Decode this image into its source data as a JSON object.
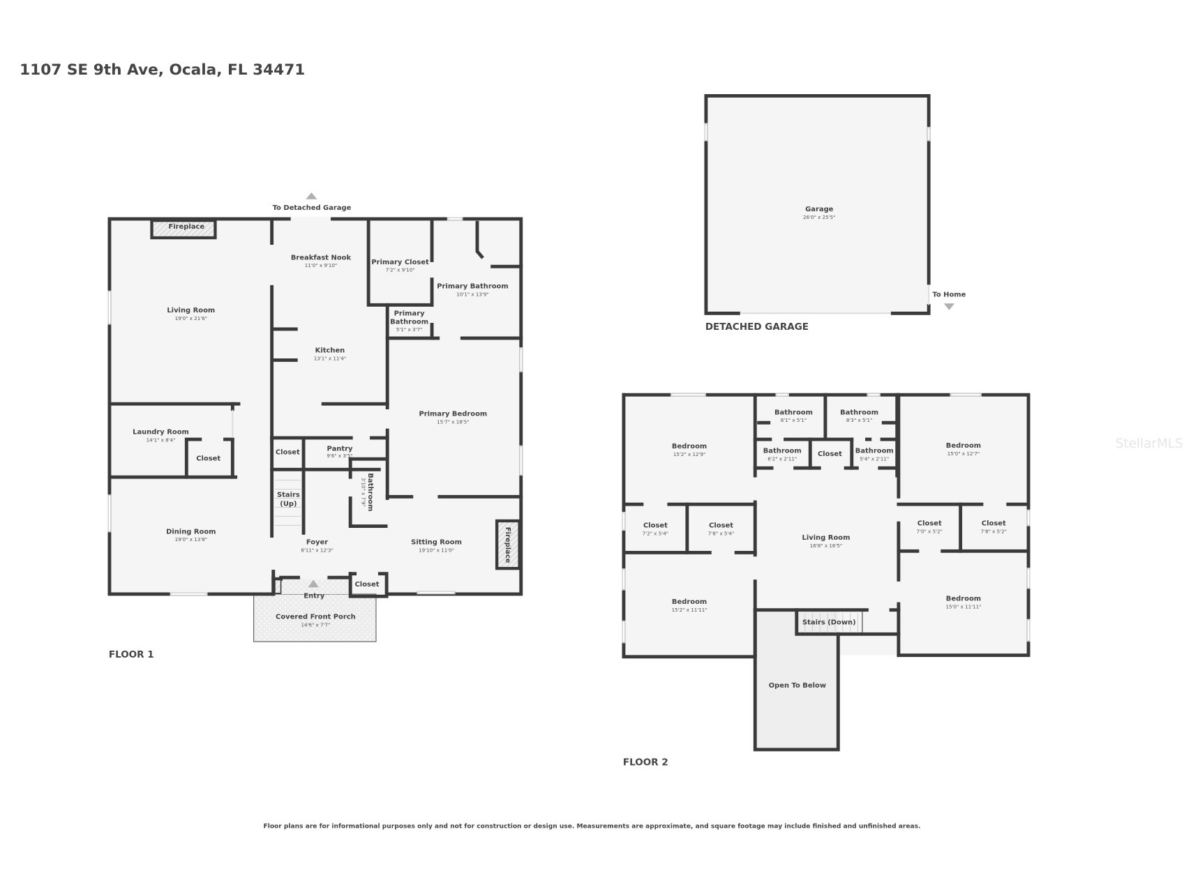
{
  "header": {
    "address": "1107 SE 9th Ave, Ocala, FL 34471"
  },
  "floor1": {
    "label": "FLOOR 1",
    "to_garage_label": "To Detached Garage",
    "rooms": {
      "fireplace_top": {
        "name": "Fireplace"
      },
      "living_room": {
        "name": "Living Room",
        "dims": "19'0\" x 21'6\""
      },
      "breakfast_nook": {
        "name": "Breakfast Nook",
        "dims": "11'0\" x 9'10\""
      },
      "primary_closet": {
        "name": "Primary Closet",
        "dims": "7'2\" x 9'10\""
      },
      "primary_bathroom_large": {
        "name": "Primary Bathroom",
        "dims": "10'1\" x 13'9\""
      },
      "primary_bathroom_small": {
        "name_line1": "Primary",
        "name_line2": "Bathroom",
        "dims": "5'1\" x 3'7\""
      },
      "kitchen": {
        "name": "Kitchen",
        "dims": "13'1\" x 11'4\""
      },
      "primary_bedroom": {
        "name": "Primary Bedroom",
        "dims": "15'7\" x 18'5\""
      },
      "laundry_room": {
        "name": "Laundry Room",
        "dims": "14'1\" x 8'4\""
      },
      "laundry_closet": {
        "name": "Closet"
      },
      "hall_closet": {
        "name": "Closet"
      },
      "pantry": {
        "name": "Pantry",
        "dims": "9'6\" x 3'5\""
      },
      "stairs_up": {
        "name_line1": "Stairs",
        "name_line2": "(Up)"
      },
      "bathroom": {
        "name": "Bathroom",
        "dims": "3'10\" x 7'9\""
      },
      "dining_room": {
        "name": "Dining Room",
        "dims": "19'0\" x 13'8\""
      },
      "foyer": {
        "name": "Foyer",
        "dims": "8'11\" x 12'3\""
      },
      "sitting_room": {
        "name": "Sitting Room",
        "dims": "19'10\" x 11'0\""
      },
      "fireplace_side": {
        "name": "Fireplace"
      },
      "entry_closet": {
        "name": "Closet"
      },
      "entry": {
        "name": "Entry"
      },
      "covered_front_porch": {
        "name": "Covered Front Porch",
        "dims": "14'6\" x 7'7\""
      }
    }
  },
  "garage": {
    "label": "DETACHED GARAGE",
    "to_home_label": "To Home",
    "room": {
      "name": "Garage",
      "dims": "26'0\" x 25'5\""
    }
  },
  "floor2": {
    "label": "FLOOR 2",
    "rooms": {
      "bedroom_nw": {
        "name": "Bedroom",
        "dims": "15'2\" x 12'9\""
      },
      "bathroom_a": {
        "name": "Bathroom",
        "dims": "8'1\" x 5'1\""
      },
      "bathroom_b": {
        "name": "Bathroom",
        "dims": "8'3\" x 5'1\""
      },
      "bathroom_c": {
        "name": "Bathroom",
        "dims": "6'2\" x 2'11\""
      },
      "center_closet": {
        "name": "Closet"
      },
      "bathroom_d": {
        "name": "Bathroom",
        "dims": "5'4\" x 2'11\""
      },
      "bedroom_ne": {
        "name": "Bedroom",
        "dims": "15'0\" x 12'7\""
      },
      "closet_w1": {
        "name": "Closet",
        "dims": "7'2\" x 5'4\""
      },
      "closet_w2": {
        "name": "Closet",
        "dims": "7'8\" x 5'4\""
      },
      "living_room": {
        "name": "Living Room",
        "dims": "16'8\" x 16'5\""
      },
      "closet_e1": {
        "name": "Closet",
        "dims": "7'0\" x 5'2\""
      },
      "closet_e2": {
        "name": "Closet",
        "dims": "7'8\" x 5'2\""
      },
      "bedroom_sw": {
        "name": "Bedroom",
        "dims": "15'2\" x 11'11\""
      },
      "bedroom_se": {
        "name": "Bedroom",
        "dims": "15'0\" x 11'11\""
      },
      "stairs_down": {
        "name": "Stairs (Down)"
      },
      "open_to_below": {
        "name": "Open To Below"
      }
    }
  },
  "footer": {
    "disclaimer": "Floor plans are for informational purposes only and not for construction or design use. Measurements are approximate, and square footage may include finished and unfinished areas."
  },
  "watermark": {
    "text": "StellarMLS"
  },
  "colors": {
    "wall": "#3a3a3a",
    "room_fill": "#f5f5f5",
    "open_below_fill": "#eeeeee",
    "text": "#444444",
    "arrow": "#b0b0b0"
  }
}
